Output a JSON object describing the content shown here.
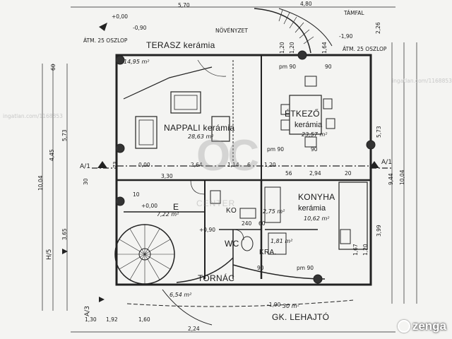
{
  "rooms": {
    "terasz": "TERASZ kerámia",
    "terasz_area": "14,95 m²",
    "nappali": "NAPPALI kerámia",
    "nappali_area": "28,63 m²",
    "etkezo": "ÉTKEZŐ",
    "etkezo_sub": "kerámia",
    "etkezo_area": "23,57 m²",
    "konyha": "KONYHA",
    "konyha_sub": "kerámia",
    "konyha_area": "10,62 m²",
    "e": "E",
    "e_area": "7,22 m²",
    "ko": "KO",
    "ko_area": "2,75 m²",
    "wc": "WC",
    "wc_area": "1,81 m²",
    "kra": "KRA.",
    "tornac": "TORNÁC",
    "tornac_area": "6,54 m²",
    "gk": "GK. LEHAJTÓ",
    "gk_area": "30 m²"
  },
  "notes": {
    "novenyzet": "NÖVÉNYZET",
    "tamfal": "TÁMFAL",
    "atm_left": "ÁTM. 25 OSZLOP",
    "atm_right": "ÁTM. 25 OSZLOP",
    "level_top": "+0,00",
    "level_terasz": "-0,90",
    "level_disz": "-1,90",
    "level_e": "+0,00",
    "level_wc": "+0,90",
    "level_bottom": "-1,90",
    "section_a_left": "A/1",
    "section_a_right": "A/1",
    "section_h": "H/5",
    "section_a3": "A/3"
  },
  "dims": {
    "top_570": "5,70",
    "top_480": "4,80",
    "top_226": "2,26",
    "top_120": "1,20",
    "r_120": "1,20",
    "r_164": "1,64",
    "r_90": "1,90",
    "pm90a": "pm 90",
    "pm90b": "90",
    "pm90c": "pm 90",
    "pm90d": "90",
    "pm90e": "pm 90",
    "pm90f": "90",
    "d_000": "0,00",
    "d_330": "3,30",
    "d_264": "2,64",
    "d_114": "1,14",
    "d_120": "1,20",
    "d_6": "6",
    "d_294": "2,94",
    "d_20": "20",
    "d_240": "240",
    "d_60": "60",
    "d_10": "10",
    "d_73": "73",
    "d_56": "56",
    "bot_192": "1,92",
    "bot_160": "1,60",
    "bot_224": "2,24",
    "bot_130": "1,30",
    "v_1004_left": "10,04",
    "v_445": "4,45",
    "v_573_left": "5,73",
    "v_573_right": "5,73",
    "v_1004_right": "10,04",
    "v_944": "9,44",
    "v_399": "3,99",
    "v_167": "1,67",
    "v_120": "1,20",
    "v_365": "3,65",
    "v_30": "30",
    "v_60": "60"
  },
  "watermark": {
    "logo": "OC",
    "logo_sub": "CENTER",
    "brand": "zenga",
    "ref": "ingatlan.com/1168853"
  }
}
